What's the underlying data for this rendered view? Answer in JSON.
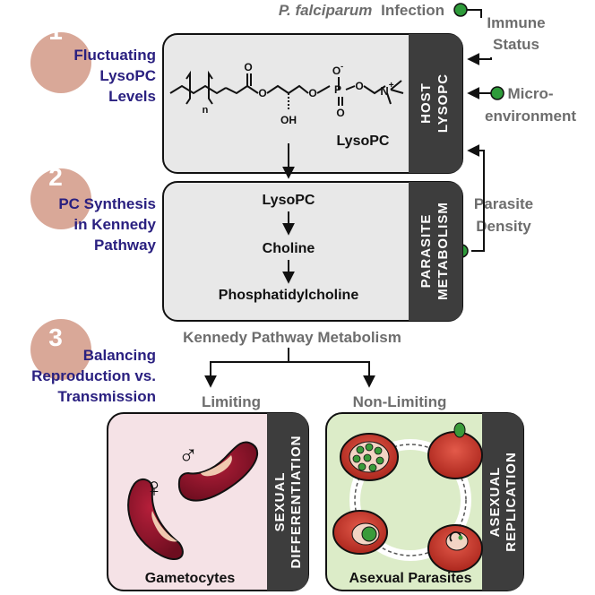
{
  "steps": [
    {
      "number": "1",
      "title_lines": [
        "Fluctuating",
        "LysoPC",
        "Levels"
      ]
    },
    {
      "number": "2",
      "title_lines": [
        "PC Synthesis",
        "in Kennedy",
        "Pathway"
      ]
    },
    {
      "number": "3",
      "title_lines": [
        "Balancing",
        "Reproduction vs.",
        "Transmission"
      ]
    }
  ],
  "infection": {
    "species": "P. falciparum",
    "word": "Infection"
  },
  "factors": {
    "immune_status": [
      "Immune",
      "Status"
    ],
    "microenvironment": [
      "Micro-",
      "environment"
    ],
    "parasite_density": [
      "Parasite",
      "Density"
    ]
  },
  "host_box": {
    "tab_lines": [
      "HOST",
      "LYSOPC"
    ],
    "molecule_label": "LysoPC",
    "subscript_n": "n",
    "oh_label": "OH"
  },
  "metabolism_box": {
    "tab_lines": [
      "PARASITE",
      "METABOLISM"
    ],
    "chain": [
      "LysoPC",
      "Choline",
      "Phosphatidylcholine"
    ]
  },
  "kennedy_label": "Kennedy Pathway Metabolism",
  "branches": {
    "limiting": "Limiting",
    "non_limiting": "Non-Limiting"
  },
  "sexual_box": {
    "tab_lines": [
      "SEXUAL",
      "DIFFERENTIATION"
    ],
    "caption": "Gametocytes",
    "male_symbol": "♂",
    "female_symbol": "♀"
  },
  "asexual_box": {
    "tab_lines": [
      "ASEXUAL",
      "REPLICATION"
    ],
    "caption": "Asexual Parasites"
  },
  "colors": {
    "step_circle": "#d9a898",
    "step_text": "#2a2080",
    "grey_text": "#6d6d6d",
    "box_fill": "#e8e8e8",
    "tab_fill": "#3d3d3d",
    "sexual_fill": "#f5e2e6",
    "asexual_fill": "#dcecc8",
    "green_dot": "#2e9b3a",
    "rbc_red": "#c0392b"
  }
}
